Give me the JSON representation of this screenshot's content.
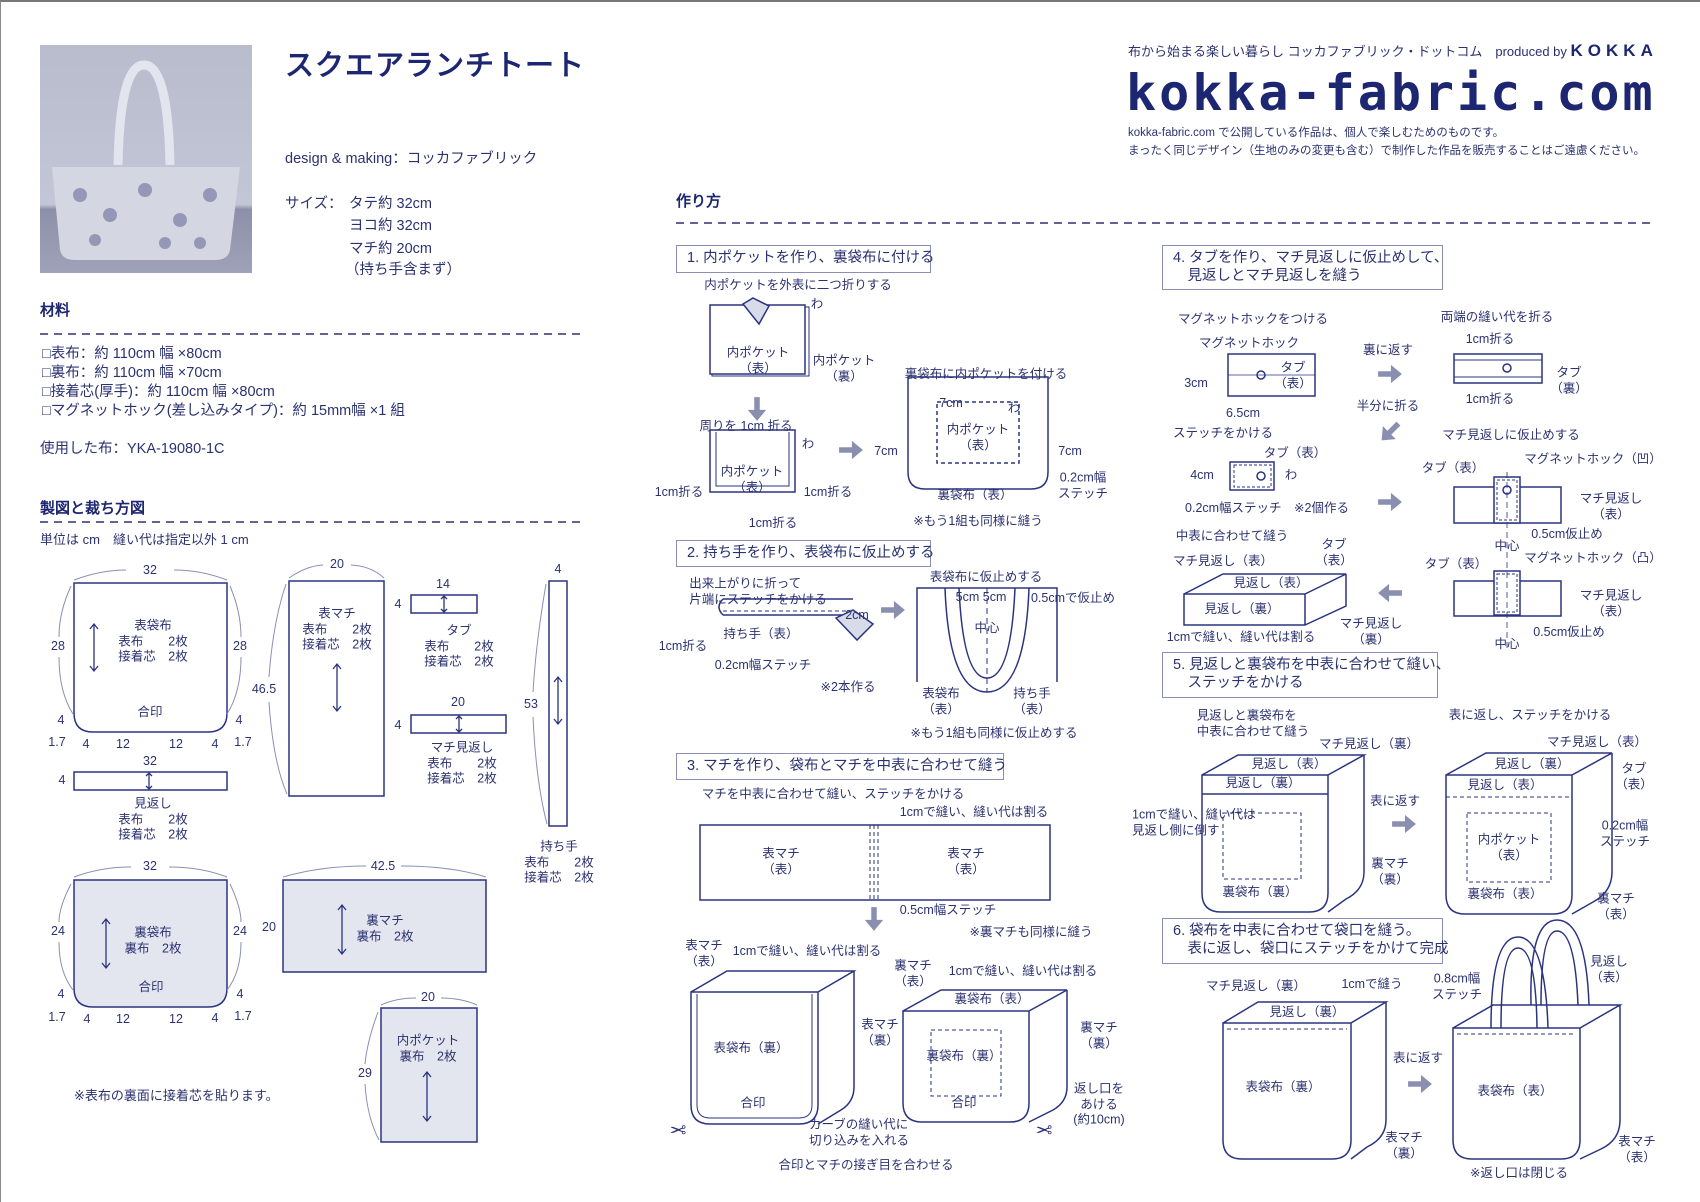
{
  "header": {
    "title": "スクエアランチトート",
    "design": "design & making：コッカファブリック",
    "size_label": "サイズ：",
    "size_lines": [
      "タテ約 32cm",
      "ヨコ約 32cm",
      "マチ約 20cm",
      "（持ち手含まず）"
    ],
    "tagline": "布から始まる楽しい暮らし コッカファブリック・ドットコム　produced by",
    "brand": "KOKKA",
    "logo": "kokka-fabric.com",
    "notice": [
      "kokka-fabric.com で公開している作品は、個人で楽しむためのものです。",
      "まったく同じデザイン（生地のみの変更も含む）で制作した作品を販売することはご遠慮ください。"
    ]
  },
  "materials": {
    "heading": "材料",
    "items": [
      "□表布：約 110cm 幅 ×80cm",
      "□裏布：約 110cm 幅 ×70cm",
      "□接着芯(厚手)：約 110cm 幅 ×80cm",
      "□マグネットホック(差し込みタイプ)：約 15mm幅 ×1 組"
    ],
    "fabric_used": "使用した布：YKA-19080-1C"
  },
  "pattern": {
    "heading": "製図と裁ち方図",
    "unit_note": "単位は cm　縫い代は指定以外 1 cm",
    "omote_bukuro": {
      "w": "32",
      "h_left": "28",
      "h_right": "28",
      "label": "表袋布\n表布　　2枚\n接着芯　2枚",
      "mark": "合印",
      "dims": [
        "4",
        "4",
        "1.7",
        "4",
        "12",
        "12",
        "4",
        "1.7"
      ]
    },
    "mikaeshi": {
      "w": "32",
      "h": "4",
      "label": "見返し\n表布　　2枚\n接着芯　2枚"
    },
    "omote_machi": {
      "w": "20",
      "h": "46.5",
      "label": "表マチ\n表布　　2枚\n接着芯　2枚"
    },
    "tab": {
      "w": "14",
      "h": "4",
      "label": "タブ\n表布　　2枚\n接着芯　2枚"
    },
    "machi_mikaeshi": {
      "w": "20",
      "h": "4",
      "label": "マチ見返し\n表布　　2枚\n接着芯　2枚"
    },
    "handle": {
      "w": "4",
      "h": "53",
      "label": "持ち手\n表布　　2枚\n接着芯　2枚"
    },
    "ura_bukuro": {
      "w": "32",
      "h_left": "24",
      "h_right": "24",
      "label": "裏袋布\n裏布　2枚",
      "mark": "合印",
      "dims": [
        "4",
        "4",
        "1.7",
        "4",
        "12",
        "12",
        "4",
        "1.7"
      ]
    },
    "ura_machi": {
      "w": "42.5",
      "h": "20",
      "label": "裏マチ\n裏布　2枚"
    },
    "pocket": {
      "w": "20",
      "h": "29",
      "label": "内ポケット\n裏布　2枚"
    },
    "footnote": "※表布の裏面に接着芯を貼ります。"
  },
  "howto": {
    "heading": "作り方",
    "step1": {
      "title": "1. 内ポケットを作り、裏袋布に付ける",
      "fold_half": "内ポケットを外表に二つ折りする",
      "wa": "わ",
      "pocket_front": "内ポケット\n（表）",
      "pocket_back": "内ポケット\n（裏）",
      "fold_1cm": "周りを 1cm 折る",
      "fold_l": "1cm折る",
      "fold_r": "1cm折る",
      "fold_b": "1cm折る",
      "attach": "裏袋布に内ポケットを付ける",
      "d7_top": "7cm",
      "d7_left": "7cm",
      "d7_right": "7cm",
      "lining_front": "裏袋布（表）",
      "stitch": "0.2cm幅\nステッチ",
      "note": "※もう1組も同様に縫う"
    },
    "step2": {
      "title": "2. 持ち手を作り、表袋布に仮止めする",
      "fold": "出来上がりに折って\n片端にステッチをかける",
      "d2cm": "2cm",
      "handle_front": "持ち手（表）",
      "fold_1cm": "1cm折る",
      "stitch": "0.2cm幅ステッチ",
      "make2": "※2本作る",
      "baste": "表袋布に仮止めする",
      "d5": "5cm 5cm",
      "baste05": "0.5cmで仮止め",
      "center": "中心",
      "outer_front": "表袋布\n（表）",
      "handle_label": "持ち手\n（表）",
      "note": "※もう1組も同様に仮止めする"
    },
    "step3": {
      "title": "3. マチを作り、袋布とマチを中表に合わせて縫う",
      "sew_gusset": "マチを中表に合わせて縫い、ステッチをかける",
      "seam1": "1cmで縫い、縫い代は割る",
      "gusset_l": "表マチ\n（表）",
      "gusset_r": "表マチ\n（表）",
      "stitch05": "0.5cm幅ステッチ",
      "note_ura": "※裏マチも同様に縫う",
      "b1_gusset_top": "表マチ\n（表）",
      "b1_seam": "1cmで縫い、縫い代は割る",
      "b1_gusset_side": "表マチ\n（裏）",
      "b1_body": "表袋布（裏）",
      "b1_mark": "合印",
      "b2_gusset_top": "裏マチ\n（表）",
      "b2_seam": "1cmで縫い、縫い代は割る",
      "b2_lining_front": "裏袋布（表）",
      "b2_body": "裏袋布（裏）",
      "b2_gusset_side": "裏マチ\n（裏）",
      "b2_opening": "返し口を\nあける\n(約10cm)",
      "b2_mark": "合印",
      "clip": "カーブの縫い代に\n切り込みを入れる",
      "match": "合印とマチの接ぎ目を合わせる"
    },
    "step4": {
      "title": "4. タブを作り、マチ見返しに仮止めして、\n　見返しとマチ見返しを縫う",
      "attach_magnet": "マグネットホックをつける",
      "magnet": "マグネットホック",
      "tab_front": "タブ\n（表）",
      "d3": "3cm",
      "d65": "6.5cm",
      "flip": "裏に返す",
      "fold_half": "半分に折る",
      "fold_edges": "両端の縫い代を折る",
      "fold1_top": "1cm折る",
      "fold1_bot": "1cm折る",
      "tab_back": "タブ\n（裏）",
      "stitch_it": "ステッチをかける",
      "tab_front2": "タブ（表）",
      "d4": "4cm",
      "wa": "わ",
      "stitch02": "0.2cm幅ステッチ　※2個作る",
      "baste_title": "マチ見返しに仮止めする",
      "a_tab": "タブ（表）",
      "a_magnet": "マグネットホック（凹）",
      "a_facing": "マチ見返し\n（表）",
      "a_baste": "0.5cm仮止め",
      "a_center": "中心",
      "b_tab": "タブ（表）",
      "b_magnet": "マグネットホック（凸）",
      "b_facing": "マチ見返し\n（表）",
      "b_baste": "0.5cm仮止め",
      "b_center": "中心",
      "sew_rs": "中表に合わせて縫う",
      "box_tab": "タブ\n（表）",
      "box_machi": "マチ見返し（表）",
      "box_mik_front": "見返し（表）",
      "box_mik_back": "見返し（裏）",
      "box_machi_back": "マチ見返し\n（裏）",
      "box_seam": "1cmで縫い、縫い代は割る"
    },
    "step5": {
      "title": "5. 見返しと裏袋布を中表に合わせて縫い、\n　ステッチをかける",
      "sew": "見返しと裏袋布を\n中表に合わせて縫う",
      "machi_back": "マチ見返し（裏）",
      "mik_front": "見返し（表）",
      "mik_back": "見返し（裏）",
      "seam": "1cmで縫い、縫い代は\n見返し側に倒す",
      "lining_back": "裏袋布（裏）",
      "gusset_back": "裏マチ\n（裏）",
      "turn": "表に返す",
      "stitch_title": "表に返し、ステッチをかける",
      "r_machi": "マチ見返し（表）",
      "r_mik_back": "見返し（裏）",
      "r_mik_front": "見返し（表）",
      "r_tab": "タブ\n（表）",
      "r_stitch": "0.2cm幅\nステッチ",
      "r_pocket": "内ポケット\n（表）",
      "r_lining": "裏袋布（表）",
      "r_gusset": "裏マチ\n（表）"
    },
    "step6": {
      "title": "6. 袋布を中表に合わせて袋口を縫う。\n　表に返し、袋口にステッチをかけて完成",
      "machi_back": "マチ見返し（裏）",
      "sew1": "1cmで縫う",
      "mik_back": "見返し（裏）",
      "outer_back": "表袋布（裏）",
      "gusset_back": "表マチ\n（裏）",
      "turn": "表に返す",
      "stitch08": "0.8cm幅\nステッチ",
      "mik_front": "見返し\n（表）",
      "outer_front": "表袋布（表）",
      "gusset_front": "表マチ\n（表）",
      "closed": "※返し口は閉じる"
    }
  },
  "colors": {
    "ink": "#2b3270",
    "line": "#2a3380",
    "arrow": "#8a8fb0",
    "shade": "#e4e6ef"
  }
}
